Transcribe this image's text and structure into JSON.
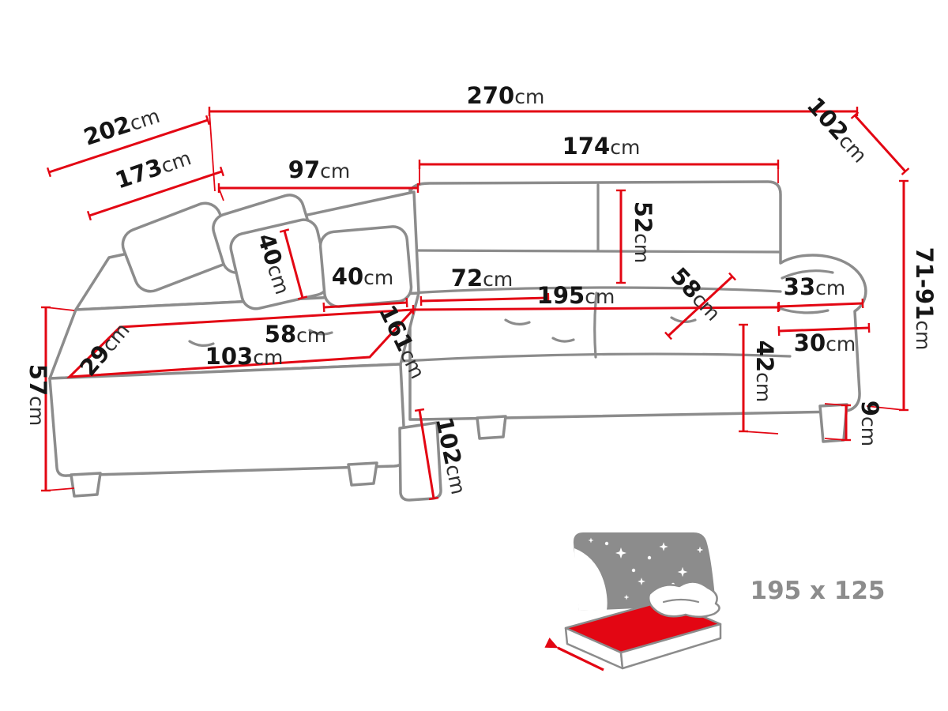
{
  "diagram": {
    "subject": "corner-sofa-dimension-drawing",
    "unit": "cm"
  },
  "dims": {
    "total_width": {
      "v": "270",
      "u": "cm"
    },
    "depth_left": {
      "v": "202",
      "u": "cm"
    },
    "depth_right": {
      "v": "102",
      "u": "cm"
    },
    "back_left": {
      "v": "173",
      "u": "cm"
    },
    "back_section_left": {
      "v": "97",
      "u": "cm"
    },
    "back_section_right": {
      "v": "174",
      "u": "cm"
    },
    "backrest_height": {
      "v": "52",
      "u": "cm"
    },
    "pillow_left": {
      "v": "40",
      "u": "cm"
    },
    "pillow_right": {
      "v": "40",
      "u": "cm"
    },
    "seat_depth": {
      "v": "72",
      "u": "cm"
    },
    "sleeping_length": {
      "v": "195",
      "u": "cm"
    },
    "seat_cushion": {
      "v": "58",
      "u": "cm"
    },
    "armrest_top": {
      "v": "33",
      "u": "cm"
    },
    "armrest_inner": {
      "v": "30",
      "u": "cm"
    },
    "seat_height": {
      "v": "42",
      "u": "cm"
    },
    "chaise_cushion": {
      "v": "58",
      "u": "cm"
    },
    "chaise_length": {
      "v": "103",
      "u": "cm"
    },
    "chaise_corner": {
      "v": "29",
      "u": "cm"
    },
    "chaise_width": {
      "v": "161",
      "u": "cm"
    },
    "side_height": {
      "v": "57",
      "u": "cm"
    },
    "front_height": {
      "v": "102",
      "u": "cm"
    },
    "total_height": {
      "v": "71-91",
      "u": "cm"
    },
    "leg_height": {
      "v": "9",
      "u": "cm"
    }
  },
  "bed": {
    "size": "195 x 125"
  },
  "colors": {
    "dimension_red": "#e30613",
    "sofa_outline_gray": "#8c8c8c",
    "label_black": "#151515",
    "background": "#ffffff"
  },
  "icons": {
    "bed_icon": "sleeper-bed-icon",
    "arrow_icon": "pullout-direction-arrow"
  }
}
